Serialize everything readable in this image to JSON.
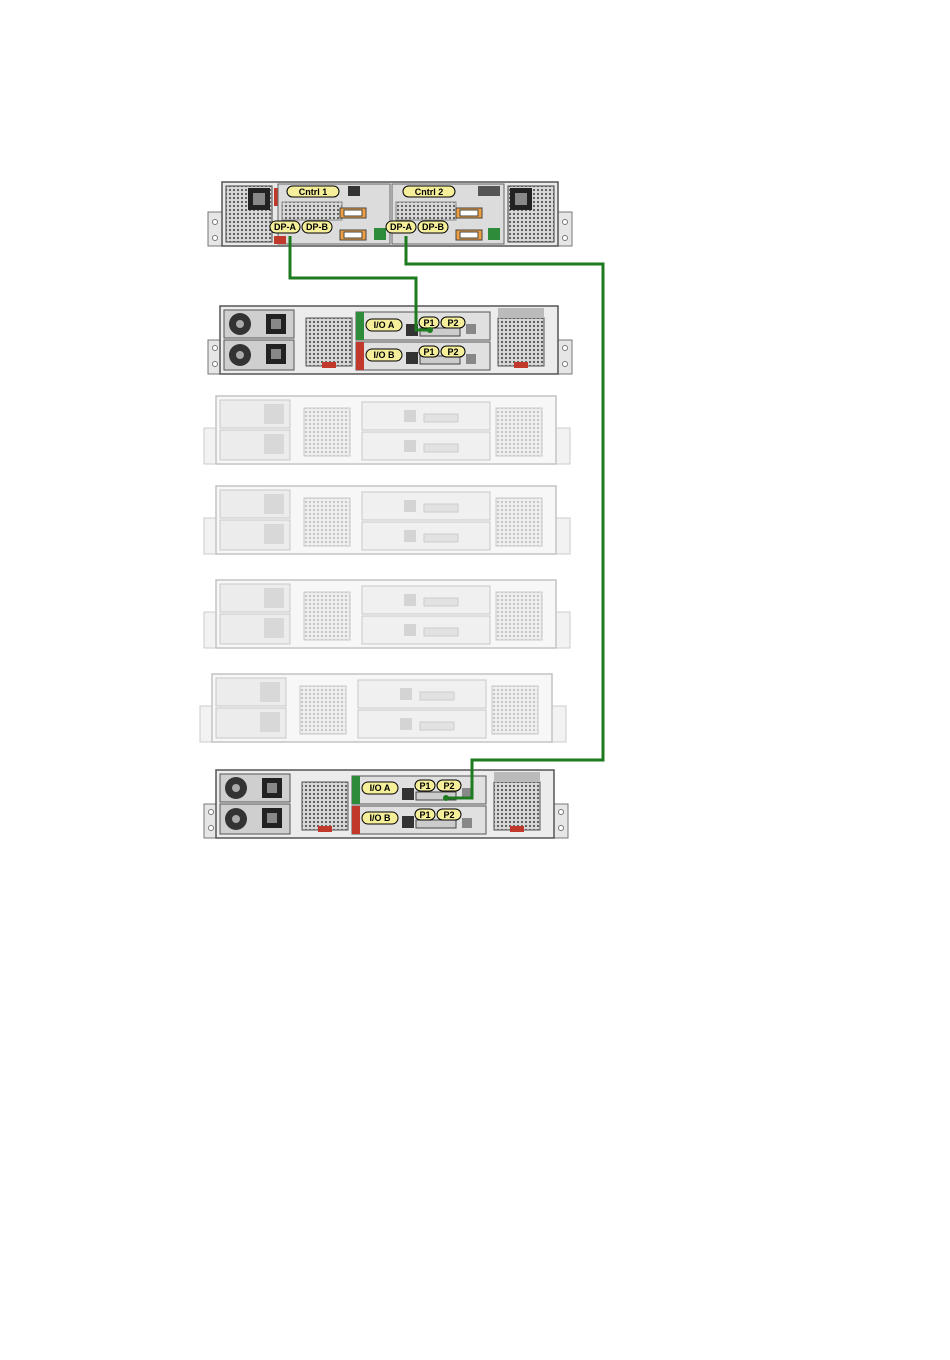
{
  "controller": {
    "labels": {
      "cntrl1": "Cntrl 1",
      "cntrl2": "Cntrl 2",
      "dpa1": "DP-A",
      "dpb1": "DP-B",
      "dpa2": "DP-A",
      "dpb2": "DP-B"
    }
  },
  "top_enclosure": {
    "labels": {
      "ioa": "I/O A",
      "iob": "I/O B",
      "p1a": "P1",
      "p2a": "P2",
      "p1b": "P1",
      "p2b": "P2"
    }
  },
  "bottom_enclosure": {
    "labels": {
      "ioa": "I/O A",
      "iob": "I/O B",
      "p1a": "P1",
      "p2a": "P2",
      "p1b": "P1",
      "p2b": "P2"
    }
  },
  "greyed_enclosures_count_visible": 4,
  "colors": {
    "cable": "#1e7a1e",
    "label_fill": "#f5ee9a",
    "io_a_marker": "#2e8b3a",
    "io_b_marker": "#c0392b",
    "chassis": "#9a9a9a",
    "chassis_faded": "#d4d4d4"
  }
}
